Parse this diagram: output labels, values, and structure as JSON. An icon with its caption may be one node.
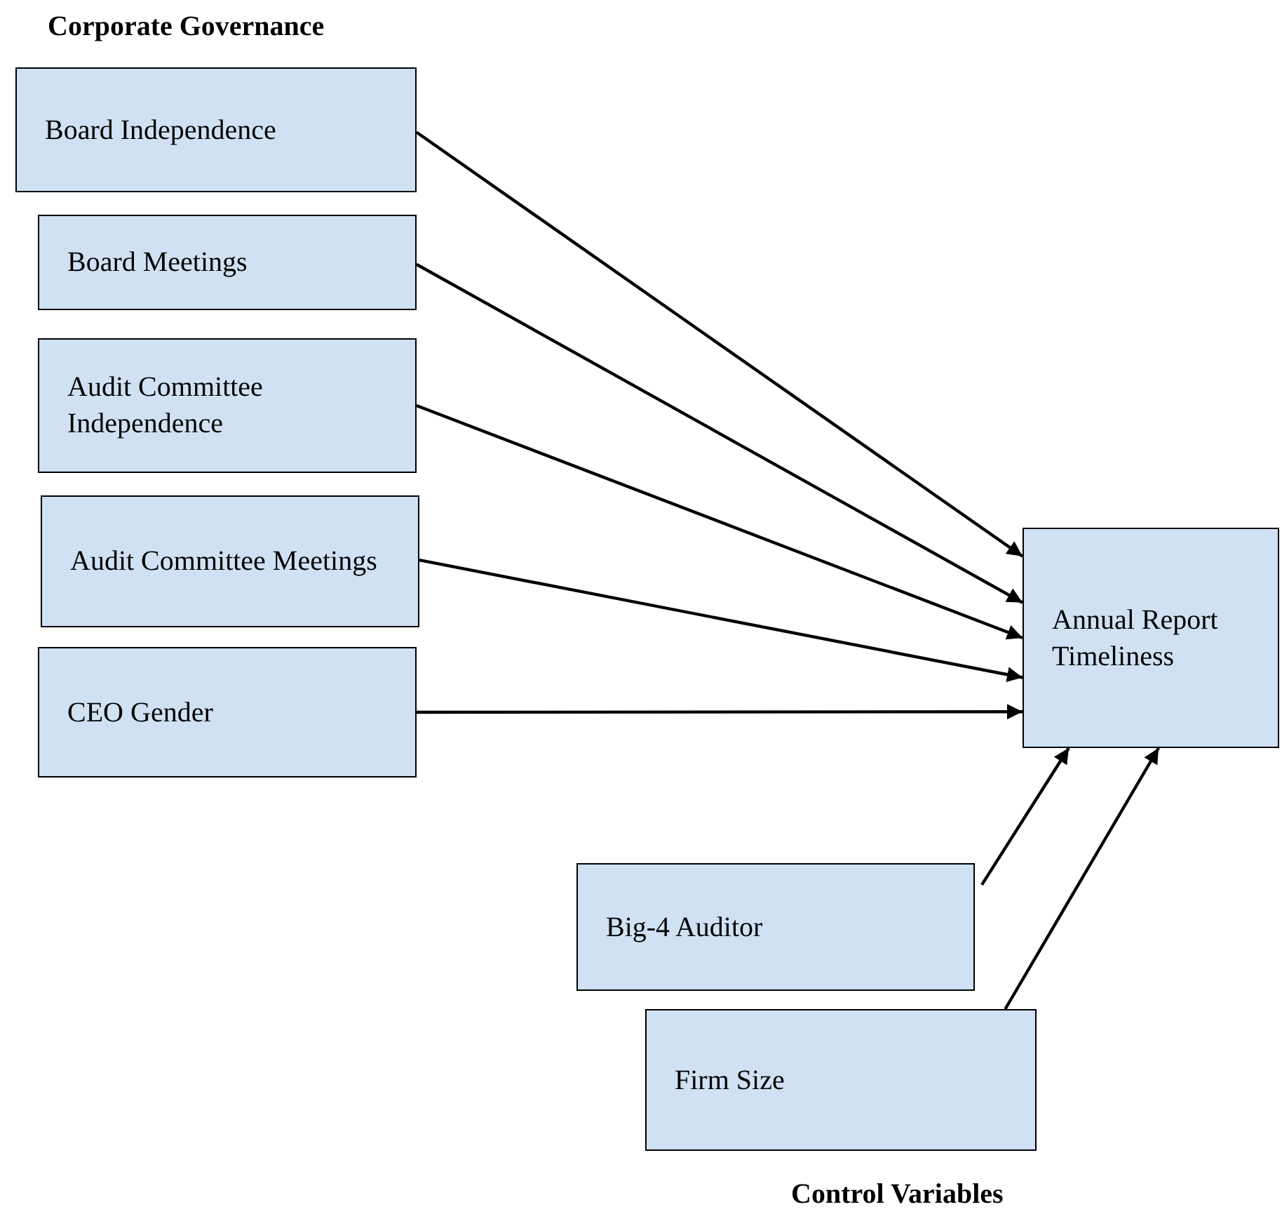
{
  "diagram": {
    "nodes": [
      {
        "text": [
          "Board Independence"
        ]
      },
      {
        "text": [
          "Board Meetings"
        ]
      },
      {
        "text": [
          "Audit Committee Independence"
        ]
      },
      {
        "text": [
          "Audit Committee Meetings"
        ]
      },
      {
        "text": [
          "CEO Gender"
        ]
      },
      {
        "text": [
          "Annual Report Timeliness"
        ]
      },
      {
        "text": [
          "Big-4 Auditor"
        ]
      },
      {
        "text": [
          "Firm Size"
        ]
      }
    ],
    "edges": [
      {
        "from": 0,
        "to": 5,
        "arrow": "to"
      },
      {
        "from": 1,
        "to": 5,
        "arrow": "to"
      },
      {
        "from": 2,
        "to": 5,
        "arrow": "to"
      },
      {
        "from": 3,
        "to": 5,
        "arrow": "to"
      },
      {
        "from": 4,
        "to": 5,
        "arrow": "to"
      },
      {
        "from": 6,
        "to": 5,
        "arrow": "to"
      },
      {
        "from": 7,
        "to": 5,
        "arrow": "to"
      }
    ],
    "labels": [
      "Corporate Governance",
      "Control Variables"
    ]
  }
}
